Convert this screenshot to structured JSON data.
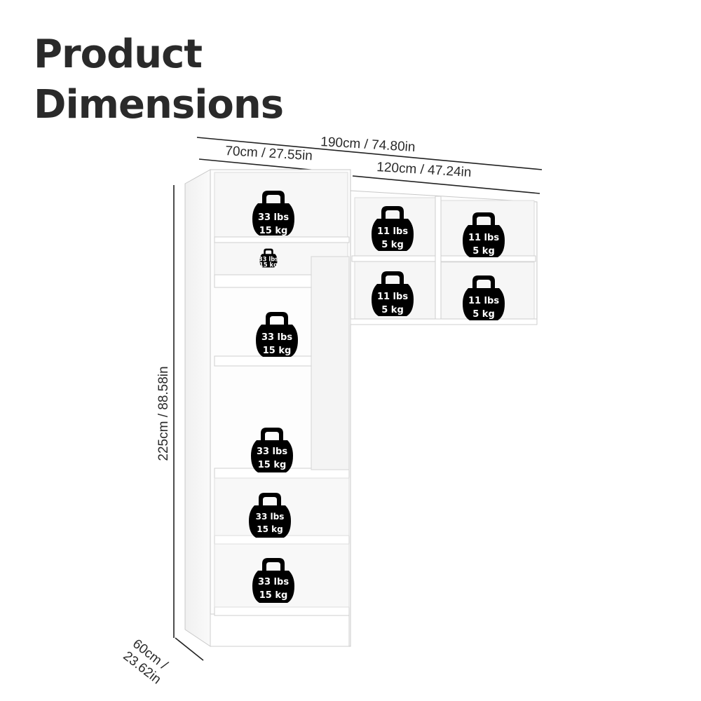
{
  "title": {
    "line1": "Product",
    "line2": "Dimensions"
  },
  "dimensions": {
    "total_width": "190cm / 74.80in",
    "left_width": "70cm / 27.55in",
    "right_width": "120cm / 47.24in",
    "height": "225cm / 88.58in",
    "depth_line1": "60cm /",
    "depth_line2": "23.62in"
  },
  "load_ratings": {
    "tall_shelf": {
      "lbs": "33 lbs",
      "kg": "15 kg"
    },
    "tall_small_shelf": {
      "lbs": "33 lbs",
      "kg": "15 kg"
    },
    "wall_cube": {
      "lbs": "11 lbs",
      "kg": "5 kg"
    }
  },
  "colors": {
    "text": "#2a2a2a",
    "cabinet": "#ffffff",
    "edge": "#c8c8c8",
    "weight_icon": "#000000"
  }
}
